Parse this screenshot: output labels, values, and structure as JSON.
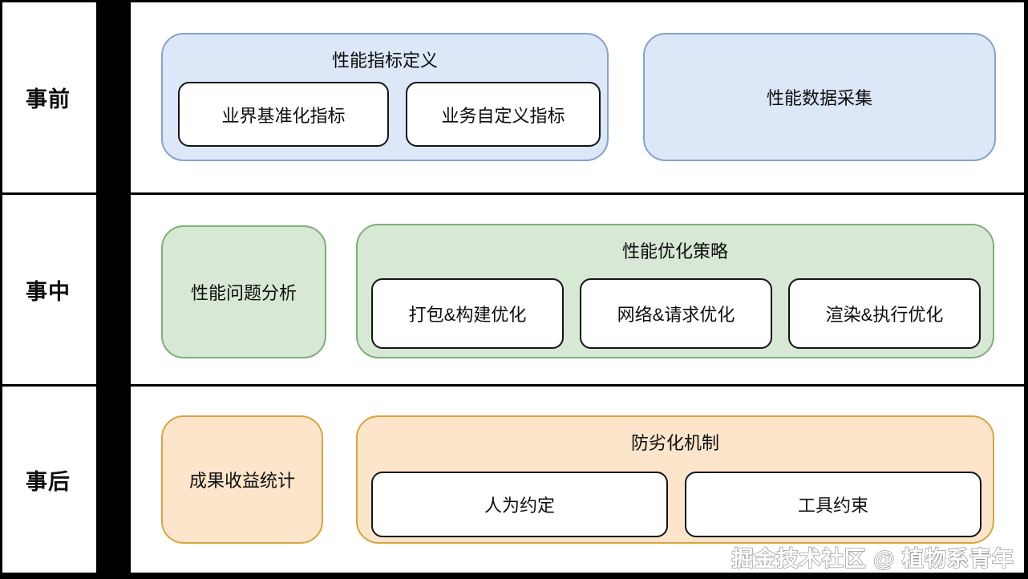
{
  "diagram": {
    "phases": [
      {
        "label": "事前"
      },
      {
        "label": "事中"
      },
      {
        "label": "事后"
      }
    ],
    "rows": [
      {
        "boxes": [
          {
            "type": "group",
            "theme": "blue",
            "title": "性能指标定义",
            "children": [
              "业界基准化指标",
              "业务自定义指标"
            ]
          },
          {
            "type": "plain",
            "theme": "blue",
            "title": "性能数据采集"
          }
        ]
      },
      {
        "boxes": [
          {
            "type": "plain",
            "theme": "green",
            "title": "性能问题分析"
          },
          {
            "type": "group",
            "theme": "green",
            "title": "性能优化策略",
            "children": [
              "打包&构建优化",
              "网络&请求优化",
              "渲染&执行优化"
            ]
          }
        ]
      },
      {
        "boxes": [
          {
            "type": "plain",
            "theme": "orange",
            "title": "成果收益统计"
          },
          {
            "type": "group",
            "theme": "orange",
            "title": "防劣化机制",
            "children": [
              "人为约定",
              "工具约束"
            ]
          }
        ]
      }
    ],
    "watermark": "掘金技术社区 @ 植物系青年",
    "colors": {
      "blue_fill": "#dce7f8",
      "blue_border": "#87a0cc",
      "green_fill": "#d7e8d4",
      "green_border": "#7fae7b",
      "orange_fill": "#fde5cb",
      "orange_border": "#d8a43e",
      "inner_box_border": "#141414",
      "frame": "#000000"
    }
  }
}
